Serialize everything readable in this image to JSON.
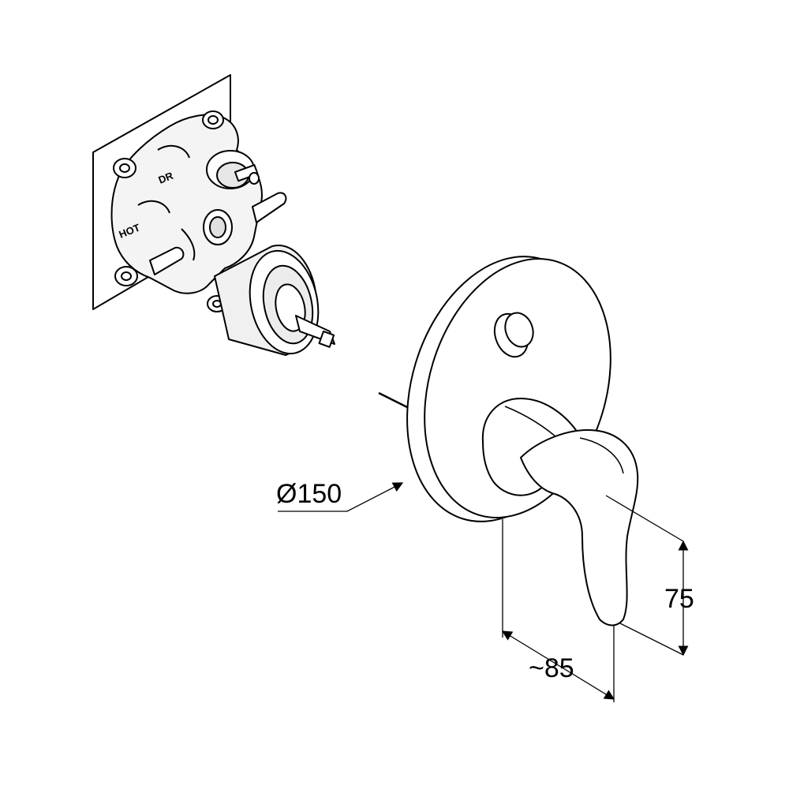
{
  "labels": {
    "dr": "DR",
    "hot": "HOT"
  },
  "dimensions": {
    "diameter": "Ø150",
    "depth": "~85",
    "height": "75"
  },
  "colors": {
    "line": "#000000",
    "shade": "#d9d9d9",
    "background": "#ffffff"
  }
}
